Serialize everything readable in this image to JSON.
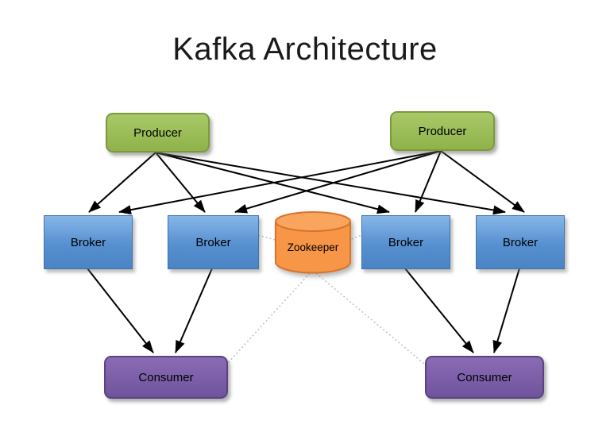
{
  "title": "Kafka Architecture",
  "diagram": {
    "producers": [
      {
        "label": "Producer"
      },
      {
        "label": "Producer"
      }
    ],
    "brokers": [
      {
        "label": "Broker"
      },
      {
        "label": "Broker"
      },
      {
        "label": "Broker"
      },
      {
        "label": "Broker"
      }
    ],
    "zookeeper": {
      "label": "Zookeeper"
    },
    "consumers": [
      {
        "label": "Consumer"
      },
      {
        "label": "Consumer"
      }
    ]
  },
  "colors": {
    "producer_fill": "#94b64e",
    "producer_border": "#7b9a3e",
    "broker_fill_top": "#86b6e9",
    "broker_fill_bottom": "#4a84c4",
    "broker_border": "#3f74ae",
    "zookeeper_fill": "#f79646",
    "zookeeper_fill_top": "#f9a55e",
    "zookeeper_border": "#d9732a",
    "consumer_fill": "#7b5ea7",
    "consumer_border": "#5a4383",
    "arrow": "#000000",
    "dotted_line": "#bfbfbf"
  }
}
